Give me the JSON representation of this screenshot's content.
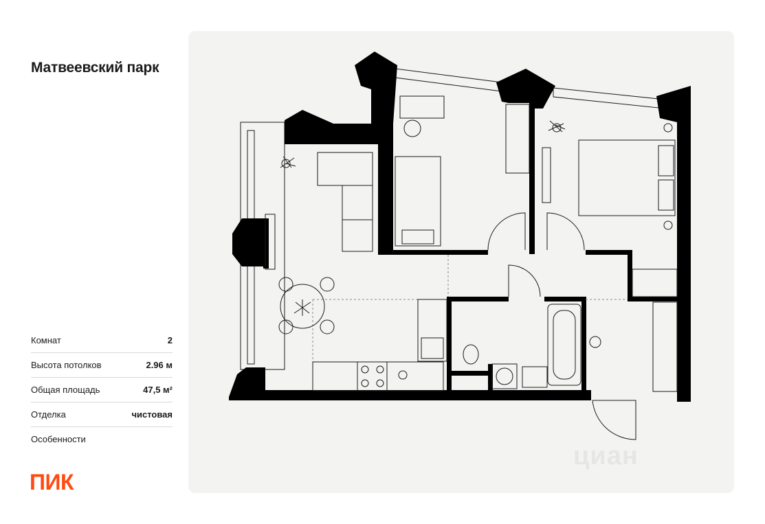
{
  "project": {
    "title": "Матвеевский парк"
  },
  "specs": [
    {
      "label": "Комнат",
      "value": "2"
    },
    {
      "label": "Высота потолков",
      "value": "2.96 м"
    },
    {
      "label": "Общая площадь",
      "value": "47,5 м²"
    },
    {
      "label": "Отделка",
      "value": "чистовая"
    },
    {
      "label": "Особенности",
      "value": ""
    }
  ],
  "brand": {
    "logo_text": "ПИК",
    "color": "#ff4b12"
  },
  "watermark": {
    "text": "циан",
    "subtext": ""
  },
  "colors": {
    "panel_background": "#f3f3f1",
    "walls": "#000000",
    "lines": "#1a1a1a"
  },
  "icons": [
    "plant-icon",
    "chair-icon",
    "bed-icon",
    "toilet-icon",
    "bathtub-icon",
    "stove-icon",
    "sink-icon",
    "washing-machine-icon",
    "dining-table-icon"
  ]
}
